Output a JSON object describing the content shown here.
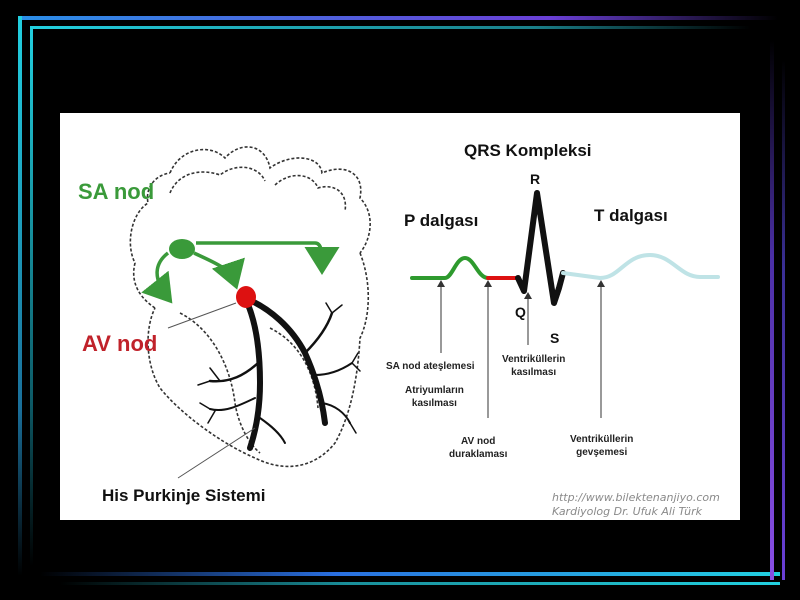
{
  "heart": {
    "sa_label": "SA nod",
    "av_label": "AV nod",
    "his_label": "His Purkinje Sistemi"
  },
  "ecg": {
    "title": "QRS Kompleksi",
    "p_wave": "P dalgası",
    "t_wave": "T dalgası",
    "peak_r": "R",
    "peak_q": "Q",
    "peak_s": "S",
    "ann_sa_fire": "SA nod ateşlemesi",
    "ann_atria_line1": "Atriyumların",
    "ann_atria_line2": "kasılması",
    "ann_av_pause_line1": "AV nod",
    "ann_av_pause_line2": "duraklaması",
    "ann_vent_contract_line1": "Ventriküllerin",
    "ann_vent_contract_line2": "kasılması",
    "ann_vent_relax_line1": "Ventriküllerin",
    "ann_vent_relax_line2": "gevşemesi"
  },
  "credit": {
    "url": "http://www.bilektenanjiyo.com",
    "author": "Kardiyolog Dr. Ufuk Ali Türk"
  },
  "colors": {
    "sa_green": "#3a9a3a",
    "av_red": "#dd1111",
    "p_segment": "#2e9a2e",
    "pr_segment": "#dd1111",
    "qrs_segment": "#111111",
    "t_segment": "#bfe3e6",
    "frame_cyan": "#22d0e0",
    "frame_purple": "#6a3fd6"
  }
}
